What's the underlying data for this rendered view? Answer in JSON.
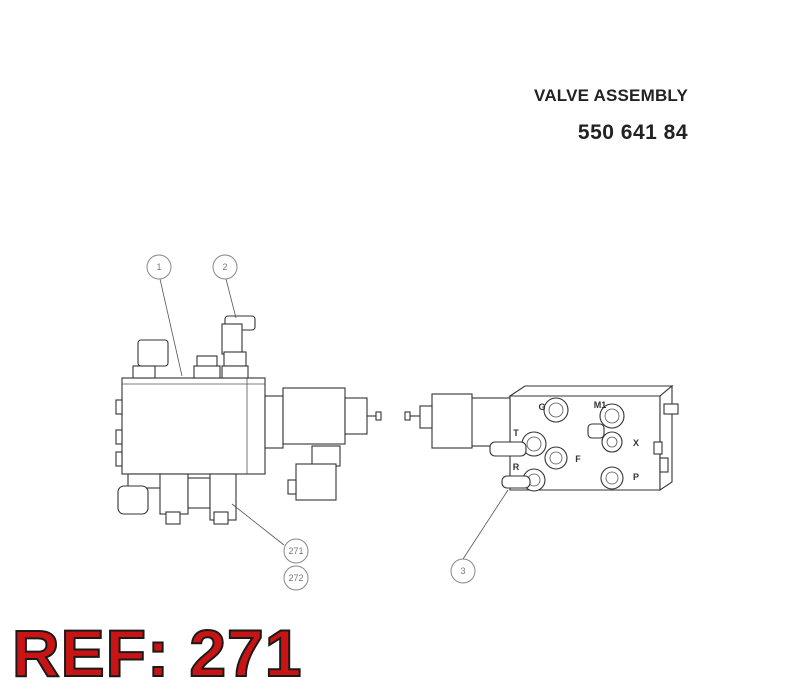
{
  "header": {
    "title": "VALVE ASSEMBLY",
    "part_number": "550 641 84"
  },
  "callouts": [
    "1",
    "2",
    "271",
    "272",
    "3"
  ],
  "port_labels": [
    "G",
    "M1",
    "T",
    "X",
    "R",
    "F",
    "P"
  ],
  "ref_label": "REF: 271",
  "colors": {
    "ref": "#c81414",
    "line": "#333333"
  }
}
